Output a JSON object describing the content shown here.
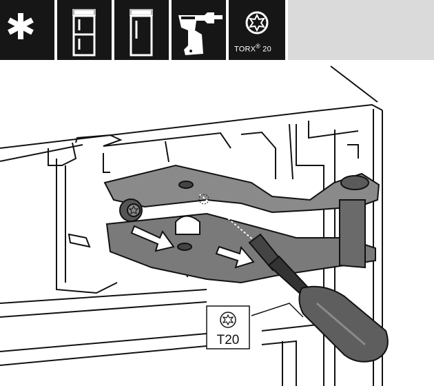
{
  "toolbar": {
    "symbols": [
      {
        "icon": "freezer-asterisk-icon"
      },
      {
        "icon": "fridge-freezer-combination-icon"
      },
      {
        "icon": "single-door-fridge-icon"
      },
      {
        "icon": "cordless-drill-icon"
      },
      {
        "icon": "torx-bit-icon",
        "label_prefix": "TORX",
        "label_mark": "®",
        "label_size": "20"
      }
    ],
    "colors": {
      "cell_background": "#161616",
      "empty_background": "#dadada",
      "icon": "#ffffff"
    }
  },
  "illustration": {
    "callout_label": "T20",
    "callout_icon": "torx-star-icon",
    "colors": {
      "hinge": "#7a7a7a",
      "hinge_dark": "#555555",
      "screwdriver_handle": "#5e5e5e",
      "line": "#111111"
    }
  }
}
